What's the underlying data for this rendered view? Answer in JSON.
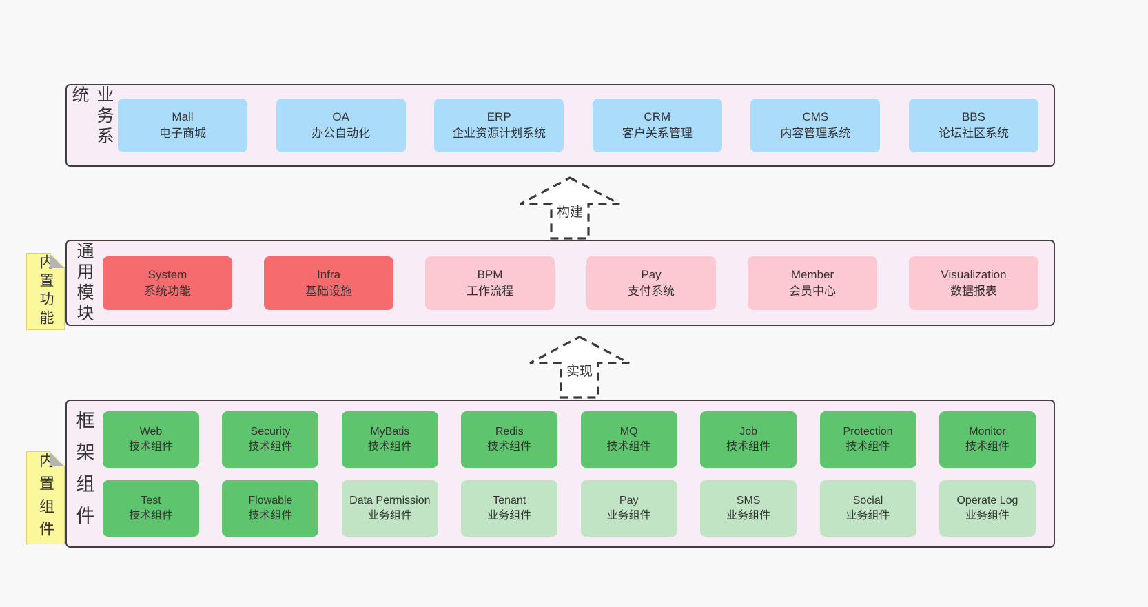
{
  "colors": {
    "page_bg": "#f8f8f8",
    "band_bg": "#f8edf7",
    "band_border": "#404040",
    "blue": "#abdcfa",
    "red": "#f56b6e",
    "pink": "#fcc9d2",
    "green": "#5fc46e",
    "lightgreen": "#c1e5c4",
    "sticky_yellow": "#fbf79b",
    "sticky_fold": "#b5b5b5",
    "arrow_stroke": "#3a3a3a",
    "text": "#333333"
  },
  "bands": [
    {
      "name": "业务系统",
      "boxes": [
        {
          "title": "Mall",
          "subtitle": "电子商城"
        },
        {
          "title": "OA",
          "subtitle": "办公自动化"
        },
        {
          "title": "ERP",
          "subtitle": "企业资源计划系统"
        },
        {
          "title": "CRM",
          "subtitle": "客户关系管理"
        },
        {
          "title": "CMS",
          "subtitle": "内容管理系统"
        },
        {
          "title": "BBS",
          "subtitle": "论坛社区系统"
        }
      ]
    },
    {
      "name": "通用模块",
      "sticky": "内置功能",
      "boxes": [
        {
          "title": "System",
          "subtitle": "系统功能"
        },
        {
          "title": "Infra",
          "subtitle": "基础设施"
        },
        {
          "title": "BPM",
          "subtitle": "工作流程"
        },
        {
          "title": "Pay",
          "subtitle": "支付系统"
        },
        {
          "title": "Member",
          "subtitle": "会员中心"
        },
        {
          "title": "Visualization",
          "subtitle": "数据报表"
        }
      ]
    },
    {
      "name": "框架组件",
      "sticky": "内置组件",
      "rows": [
        [
          {
            "title": "Web",
            "subtitle": "技术组件"
          },
          {
            "title": "Security",
            "subtitle": "技术组件"
          },
          {
            "title": "MyBatis",
            "subtitle": "技术组件"
          },
          {
            "title": "Redis",
            "subtitle": "技术组件"
          },
          {
            "title": "MQ",
            "subtitle": "技术组件"
          },
          {
            "title": "Job",
            "subtitle": "技术组件"
          },
          {
            "title": "Protection",
            "subtitle": "技术组件"
          },
          {
            "title": "Monitor",
            "subtitle": "技术组件"
          }
        ],
        [
          {
            "title": "Test",
            "subtitle": "技术组件"
          },
          {
            "title": "Flowable",
            "subtitle": "技术组件"
          },
          {
            "title": "Data Permission",
            "subtitle": "业务组件"
          },
          {
            "title": "Tenant",
            "subtitle": "业务组件"
          },
          {
            "title": "Pay",
            "subtitle": "业务组件"
          },
          {
            "title": "SMS",
            "subtitle": "业务组件"
          },
          {
            "title": "Social",
            "subtitle": "业务组件"
          },
          {
            "title": "Operate Log",
            "subtitle": "业务组件"
          }
        ]
      ]
    }
  ],
  "arrows": [
    {
      "label": "构建"
    },
    {
      "label": "实现"
    }
  ]
}
